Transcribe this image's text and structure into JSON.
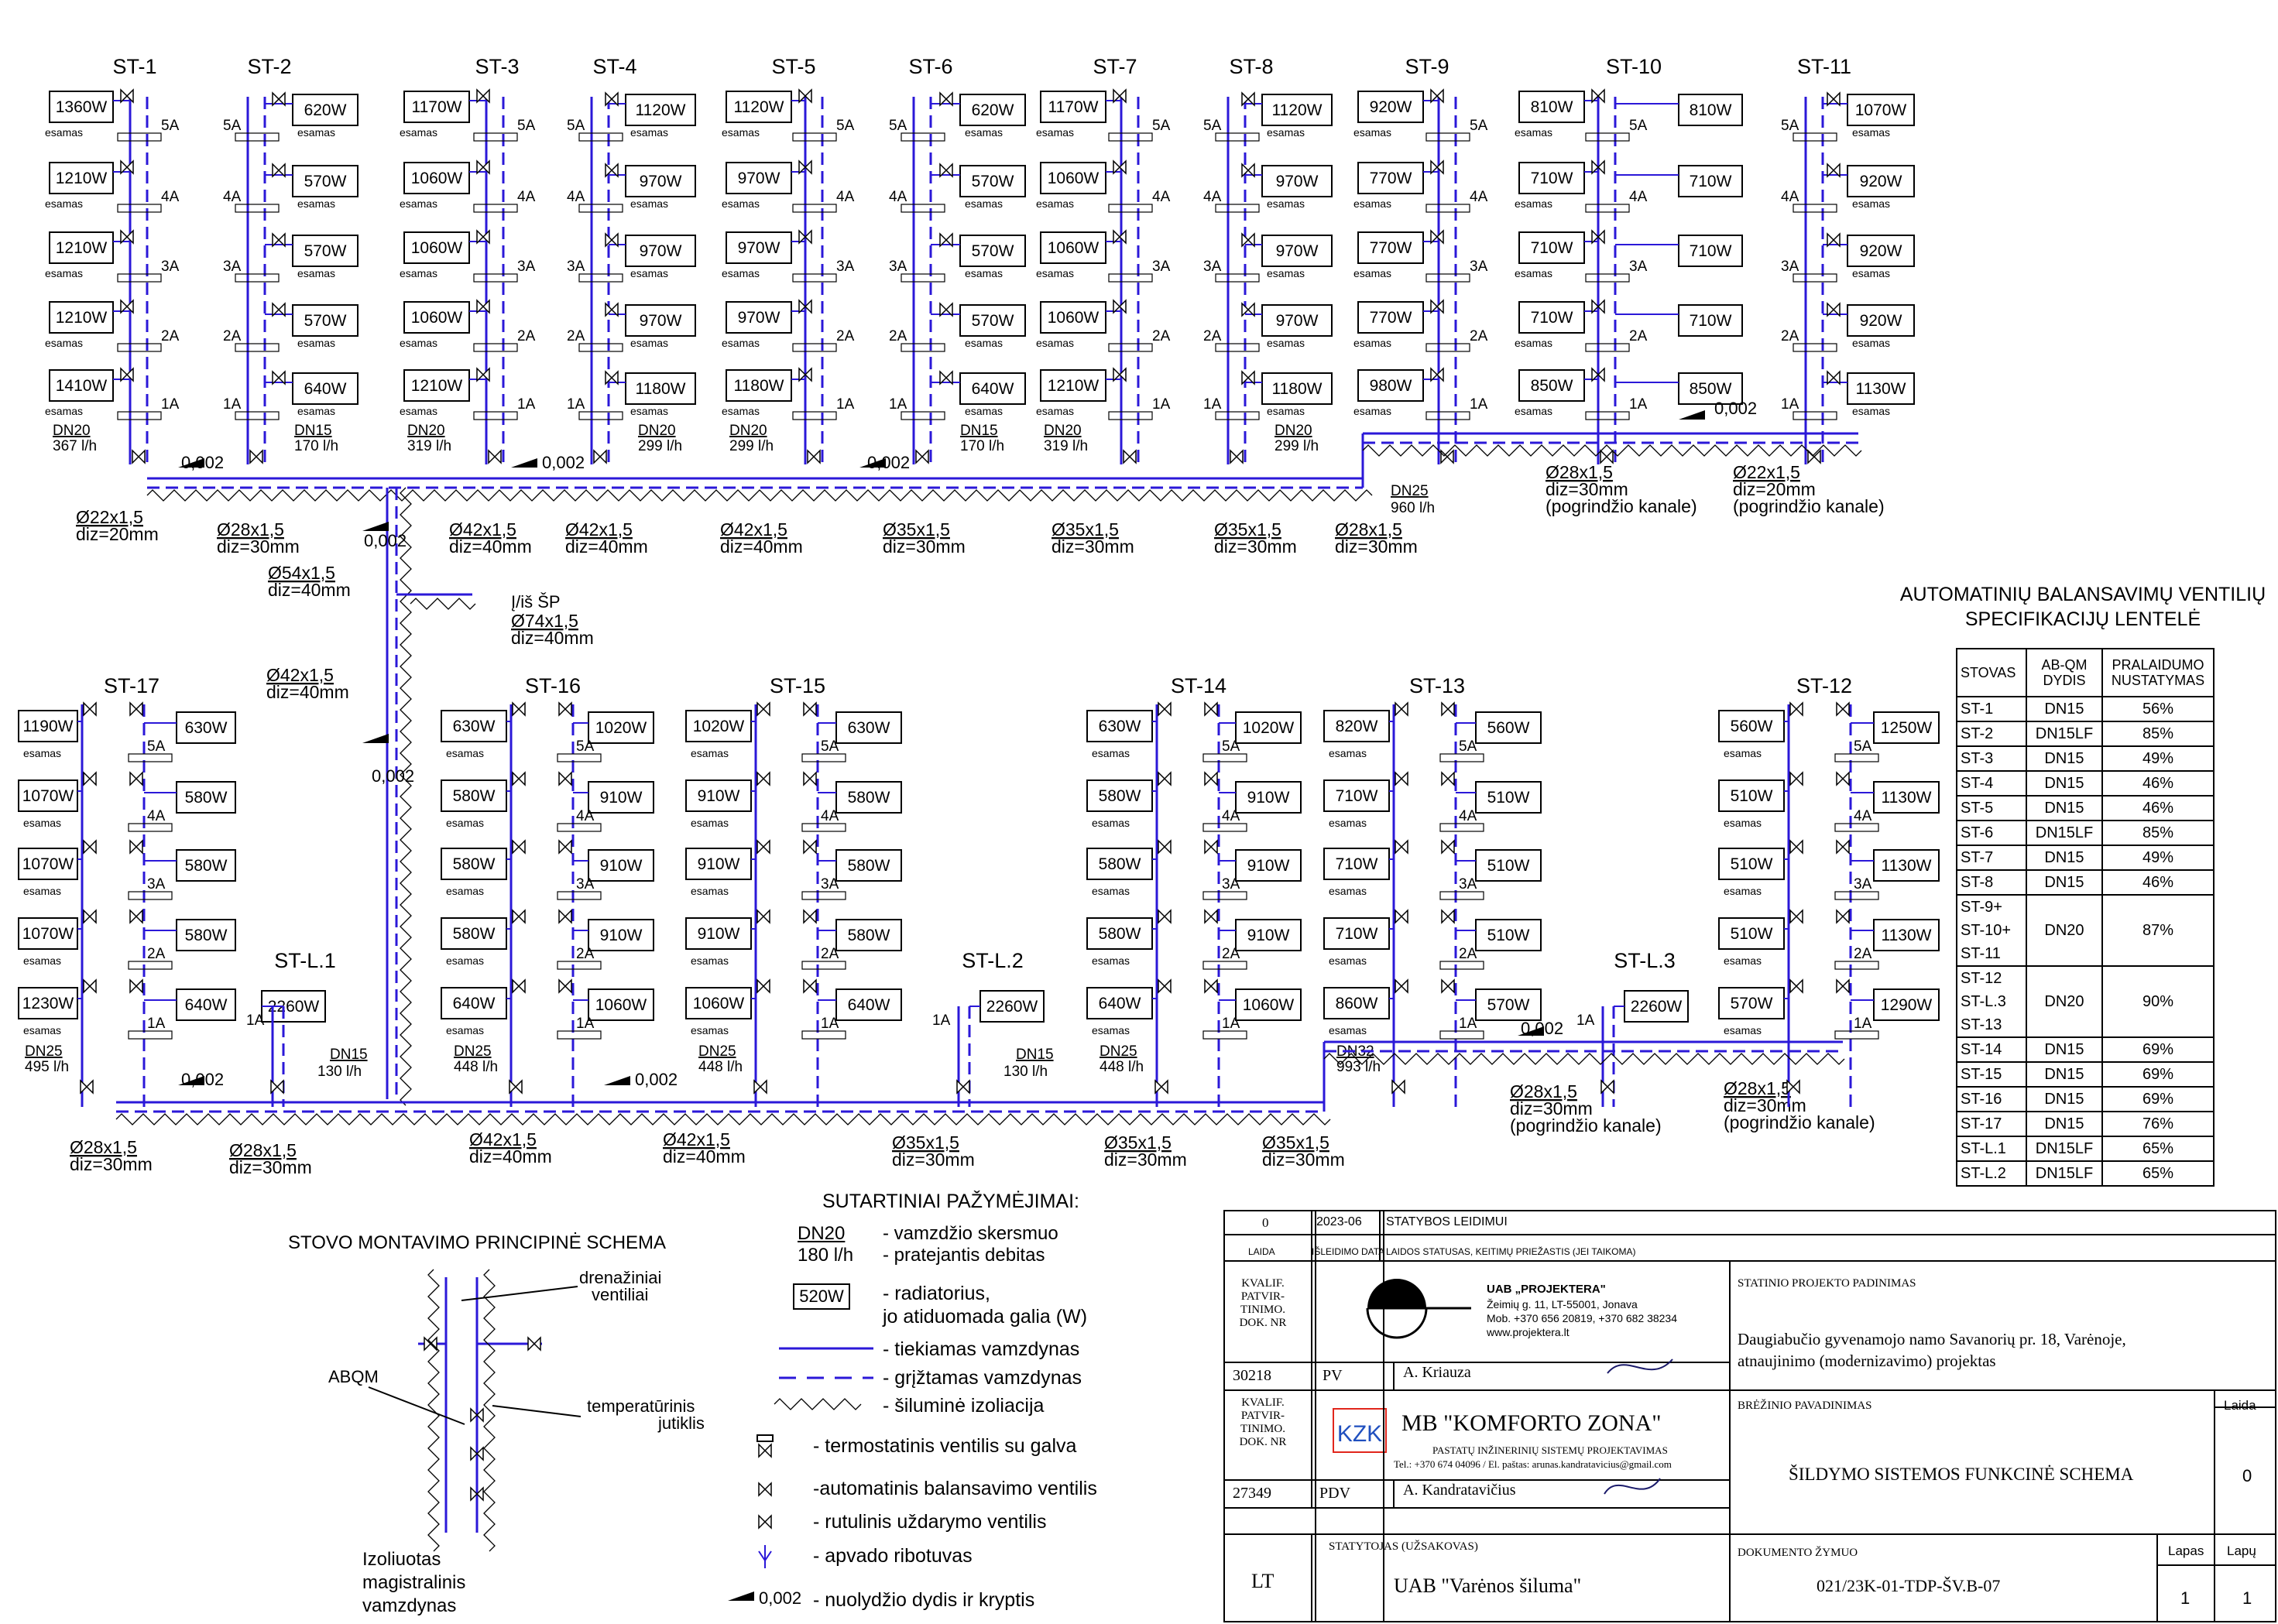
{
  "risers_top": [
    {
      "name": "ST-1",
      "loads": [
        "1360W",
        "1210W",
        "1210W",
        "1210W",
        "1410W"
      ],
      "dn": "DN20",
      "flow": "367 l/h"
    },
    {
      "name": "ST-2",
      "loads": [
        "620W",
        "570W",
        "570W",
        "570W",
        "640W"
      ],
      "dn": "DN15",
      "flow": "170 l/h"
    },
    {
      "name": "ST-3",
      "loads": [
        "1170W",
        "1060W",
        "1060W",
        "1060W",
        "1210W"
      ],
      "dn": "DN20",
      "flow": "319 l/h"
    },
    {
      "name": "ST-4",
      "loads": [
        "1120W",
        "970W",
        "970W",
        "970W",
        "1180W"
      ],
      "dn": "DN20",
      "flow": "299 l/h"
    },
    {
      "name": "ST-5",
      "loads": [
        "1120W",
        "970W",
        "970W",
        "970W",
        "1180W"
      ],
      "dn": "DN20",
      "flow": "299 l/h"
    },
    {
      "name": "ST-6",
      "loads": [
        "620W",
        "570W",
        "570W",
        "570W",
        "640W"
      ],
      "dn": "DN15",
      "flow": "170 l/h"
    },
    {
      "name": "ST-7",
      "loads": [
        "1170W",
        "1060W",
        "1060W",
        "1060W",
        "1210W"
      ],
      "dn": "DN20",
      "flow": "319 l/h"
    },
    {
      "name": "ST-8",
      "loads": [
        "1120W",
        "970W",
        "970W",
        "970W",
        "1180W"
      ],
      "dn": "DN20",
      "flow": "299 l/h"
    },
    {
      "name": "ST-9",
      "loads": [
        "920W",
        "770W",
        "770W",
        "770W",
        "980W"
      ],
      "dn": "",
      "flow": ""
    },
    {
      "name": "ST-10",
      "loads": [
        "810W",
        "710W",
        "710W",
        "710W",
        "850W"
      ],
      "loads_r": [
        "810W",
        "710W",
        "710W",
        "710W",
        "850W"
      ],
      "dn": "",
      "flow": ""
    },
    {
      "name": "ST-11",
      "loads": [
        "1070W",
        "920W",
        "920W",
        "920W",
        "1130W"
      ],
      "dn": "",
      "flow": ""
    }
  ],
  "risers_bottom": [
    {
      "name": "ST-17",
      "loads_l": [
        "1190W",
        "1070W",
        "1070W",
        "1070W",
        "1230W"
      ],
      "loads_r": [
        "630W",
        "580W",
        "580W",
        "580W",
        "640W"
      ],
      "dn": "DN25",
      "flow": "495 l/h"
    },
    {
      "name": "ST-L.1",
      "loads": [
        "2260W"
      ],
      "dn": "DN15",
      "flow": "130 l/h"
    },
    {
      "name": "ST-16",
      "loads_l": [
        "630W",
        "580W",
        "580W",
        "580W",
        "640W"
      ],
      "loads_r": [
        "1020W",
        "910W",
        "910W",
        "910W",
        "1060W"
      ],
      "dn": "DN25",
      "flow": "448 l/h"
    },
    {
      "name": "ST-15",
      "loads_l": [
        "1020W",
        "910W",
        "910W",
        "910W",
        "1060W"
      ],
      "loads_r": [
        "630W",
        "580W",
        "580W",
        "580W",
        "640W"
      ],
      "dn": "DN25",
      "flow": "448 l/h"
    },
    {
      "name": "ST-L.2",
      "loads": [
        "2260W"
      ],
      "dn": "DN15",
      "flow": "130 l/h"
    },
    {
      "name": "ST-14",
      "loads_l": [
        "630W",
        "580W",
        "580W",
        "580W",
        "640W"
      ],
      "loads_r": [
        "1020W",
        "910W",
        "910W",
        "910W",
        "1060W"
      ],
      "dn": "DN25",
      "flow": "448 l/h"
    },
    {
      "name": "ST-13",
      "loads_l": [
        "820W",
        "710W",
        "710W",
        "710W",
        "860W"
      ],
      "loads_r": [
        "560W",
        "510W",
        "510W",
        "510W",
        "570W"
      ],
      "dn": "DN32",
      "flow": "993 l/h"
    },
    {
      "name": "ST-L.3",
      "loads": [
        "2260W"
      ],
      "dn": "",
      "flow": ""
    },
    {
      "name": "ST-12",
      "loads_l": [
        "560W",
        "510W",
        "510W",
        "510W",
        "570W"
      ],
      "loads_r": [
        "1250W",
        "1130W",
        "1130W",
        "1130W",
        "1290W"
      ],
      "dn": "",
      "flow": ""
    }
  ],
  "labels": {
    "esamas": "esamas",
    "floors": [
      "5A",
      "4A",
      "3A",
      "2A",
      "1A"
    ],
    "slope": "0,002",
    "dn25_main": "DN25",
    "flow_960": "960 l/h",
    "sp": "Į/iš ŠP"
  },
  "pipes": [
    {
      "d": "Ø22x1,5",
      "diz": "diz=20mm"
    },
    {
      "d": "Ø28x1,5",
      "diz": "diz=30mm"
    },
    {
      "d": "Ø42x1,5",
      "diz": "diz=40mm"
    },
    {
      "d": "Ø42x1,5",
      "diz": "diz=40mm"
    },
    {
      "d": "Ø42x1,5",
      "diz": "diz=40mm"
    },
    {
      "d": "Ø35x1,5",
      "diz": "diz=30mm"
    },
    {
      "d": "Ø35x1,5",
      "diz": "diz=30mm"
    },
    {
      "d": "Ø35x1,5",
      "diz": "diz=30mm"
    },
    {
      "d": "Ø28x1,5",
      "diz": "diz=30mm"
    },
    {
      "d": "Ø28x1,5",
      "diz": "diz=30mm",
      "extra": "(pogrindžio kanale)"
    },
    {
      "d": "Ø22x1,5",
      "diz": "diz=20mm",
      "extra": "(pogrindžio kanale)"
    },
    {
      "d": "Ø54x1,5",
      "diz": "diz=40mm"
    },
    {
      "d": "Ø74x1,5",
      "diz": "diz=40mm"
    },
    {
      "d": "Ø42x1,5",
      "diz": "diz=40mm"
    },
    {
      "d": "Ø28x1,5",
      "diz": "diz=30mm"
    },
    {
      "d": "Ø28x1,5",
      "diz": "diz=30mm"
    },
    {
      "d": "Ø42x1,5",
      "diz": "diz=40mm"
    },
    {
      "d": "Ø42x1,5",
      "diz": "diz=40mm"
    },
    {
      "d": "Ø35x1,5",
      "diz": "diz=30mm"
    },
    {
      "d": "Ø35x1,5",
      "diz": "diz=30mm"
    },
    {
      "d": "Ø35x1,5",
      "diz": "diz=30mm"
    },
    {
      "d": "Ø28x1,5",
      "diz": "diz=30mm",
      "extra": "(pogrindžio kanale)"
    },
    {
      "d": "Ø28x1,5",
      "diz": "diz=30mm",
      "extra": "(pogrindžio kanale)"
    }
  ],
  "spec": {
    "title1": "AUTOMATINIŲ BALANSAVIMŲ VENTILIŲ",
    "title2": "SPECIFIKACIJŲ LENTELĖ",
    "headers": [
      "STOVAS",
      "AB-QM DYDIS",
      "PRALAIDUMO NUSTATYMAS"
    ],
    "rows": [
      [
        "ST-1",
        "DN15",
        "56%"
      ],
      [
        "ST-2",
        "DN15LF",
        "85%"
      ],
      [
        "ST-3",
        "DN15",
        "49%"
      ],
      [
        "ST-4",
        "DN15",
        "46%"
      ],
      [
        "ST-5",
        "DN15",
        "46%"
      ],
      [
        "ST-6",
        "DN15LF",
        "85%"
      ],
      [
        "ST-7",
        "DN15",
        "49%"
      ],
      [
        "ST-8",
        "DN15",
        "46%"
      ],
      [
        "ST-9+\nST-10+\nST-11",
        "DN20",
        "87%"
      ],
      [
        "ST-12\nST-L.3\nST-13",
        "DN20",
        "90%"
      ],
      [
        "ST-14",
        "DN15",
        "69%"
      ],
      [
        "ST-15",
        "DN15",
        "69%"
      ],
      [
        "ST-16",
        "DN15",
        "69%"
      ],
      [
        "ST-17",
        "DN15",
        "76%"
      ],
      [
        "ST-L.1",
        "DN15LF",
        "65%"
      ],
      [
        "ST-L.2",
        "DN15LF",
        "65%"
      ]
    ]
  },
  "legend": {
    "title": "SUTARTINIAI PAŽYMĖJIMAI:",
    "dn_sample": "DN20",
    "flow_sample": "180 l/h",
    "dn_text": "- vamzdžio skersmuo",
    "flow_text": "- pratejantis debitas",
    "rad_sample": "520W",
    "rad_text1": "- radiatorius,",
    "rad_text2": "jo atiduomada galia (W)",
    "supply": "- tiekiamas vamzdynas",
    "return": "- grįžtamas vamzdynas",
    "insul": "- šiluminė izoliacija",
    "thermo": "- termostatinis ventilis su galva",
    "abv": "-automatinis balansavimo ventilis",
    "ball": "- rutulinis uždarymo ventilis",
    "bypass": "- apvado ribotuvas",
    "slope_sample": "0,002",
    "slope_text": "- nuolydžio dydis ir kryptis"
  },
  "schema": {
    "title": "STOVO MONTAVIMO PRINCIPINĖ SCHEMA",
    "drain1": "drenažiniai",
    "drain2": "ventiliai",
    "abqm": "ABQM",
    "temp1": "temperatūrinis",
    "temp2": "jutiklis",
    "iso1": "Izoliuotas",
    "iso2": "magistralinis",
    "iso3": "vamzdynas"
  },
  "titleblock": {
    "rev": "0",
    "date": "2023-06",
    "status": "STATYBOS LEIDIMUI",
    "h_laida": "LAIDA",
    "h_date": "IŠLEIDIMO DATA",
    "h_status": "LAIDOS STATUSAS, KEITIMŲ PRIEŽASTIS (JEI TAIKOMA)",
    "kvalif": "KVALIF. PATVIR- TINIMO. DOK. NR",
    "co1_name": "UAB „PROJEKTERA\"",
    "co1_addr": "Žeimių g. 11, LT-55001, Jonava",
    "co1_tel": "Mob. +370 656 20819, +370 682 38234",
    "co1_web": "www.projektera.lt",
    "no1": "30218",
    "role1": "PV",
    "name1": "A. Kriauza",
    "co2_name": "MB \"KOMFORTO ZONA\"",
    "co2_sub": "PASTATŲ INŽINERINIŲ SISTEMŲ PROJEKTAVIMAS",
    "co2_tel": "Tel.: +370 674 04096 / El. paštas: arunas.kandratavicius@gmail.com",
    "no2": "27349",
    "role2": "PDV",
    "name2": "A. Kandratavičius",
    "proj_label": "STATINIO PROJEKTO PADINIMAS",
    "proj_name1": "Daugiabučio gyvenamojo namo Savanorių pr. 18, Varėnoje,",
    "proj_name2": "atnaujinimo (modernizavimo) projektas",
    "draw_label": "BRĖŽINIO PAVADINIMAS",
    "draw_name": "ŠILDYMO SISTEMOS FUNKCINĖ SCHEMA",
    "laida_label": "Laida",
    "laida_val": "0",
    "client_label": "STATYTOJAS (UŽSAKOVAS)",
    "country": "LT",
    "client": "UAB \"Varėnos šiluma\"",
    "doc_label": "DOKUMENTO ŽYMUO",
    "doc": "021/23K-01-TDP-ŠV.B-07",
    "lapas_label": "Lapas",
    "lapu_label": "Lapų",
    "lapas": "1",
    "lapu": "1"
  }
}
